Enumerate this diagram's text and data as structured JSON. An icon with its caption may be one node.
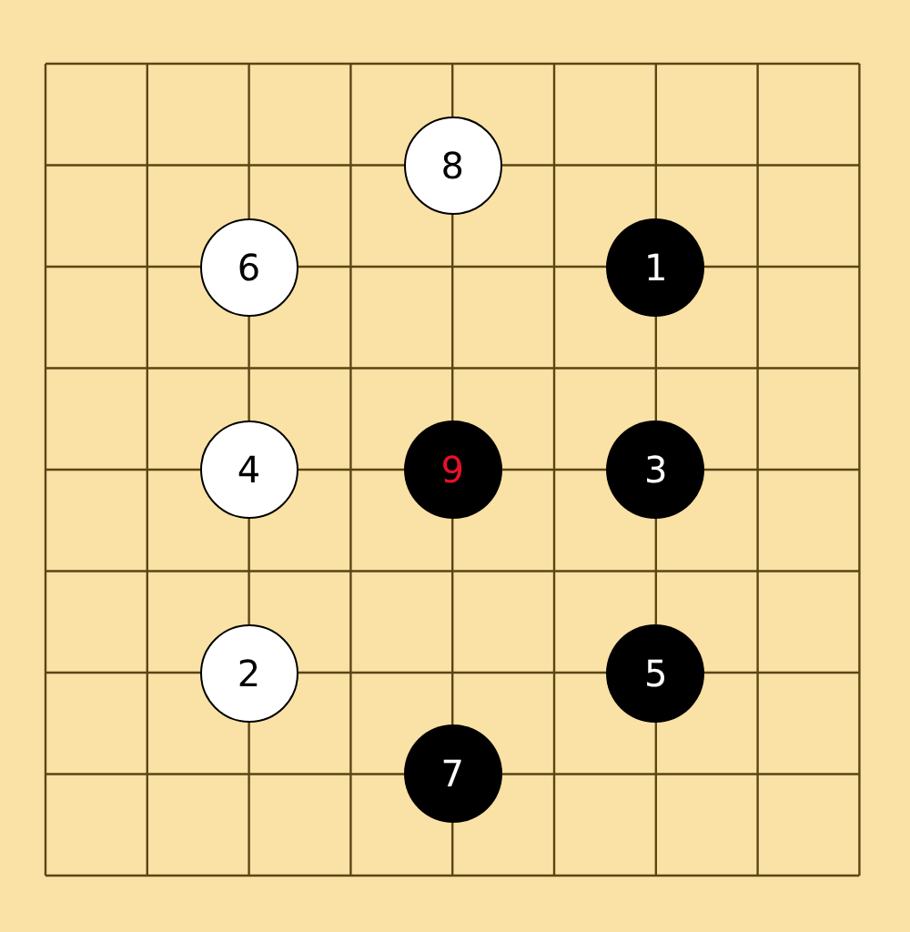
{
  "diagram": {
    "nodes": [
      {
        "text": [
          "8"
        ]
      },
      {
        "text": [
          "6"
        ]
      },
      {
        "text": [
          "1"
        ]
      },
      {
        "text": [
          "4"
        ]
      },
      {
        "text": [
          "9"
        ]
      },
      {
        "text": [
          "3"
        ]
      },
      {
        "text": [
          "2"
        ]
      },
      {
        "text": [
          "5"
        ]
      },
      {
        "text": [
          "7"
        ]
      }
    ]
  }
}
